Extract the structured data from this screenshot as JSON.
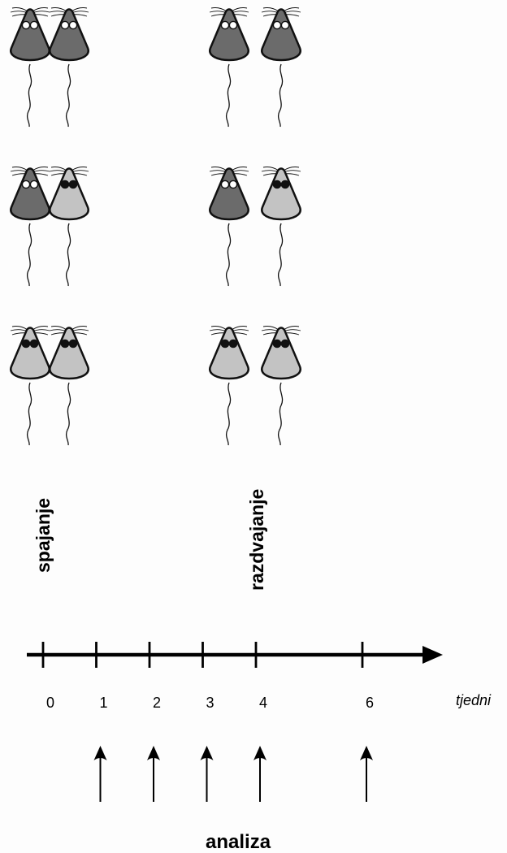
{
  "labels": {
    "merge": "spajanje",
    "separate": "razdvajanje",
    "unit": "tjedni",
    "analysis": "analiza"
  },
  "timeline": {
    "ticks": [
      "0",
      "1",
      "2",
      "3",
      "4",
      "6"
    ],
    "analysis_weeks": [
      "1",
      "2",
      "3",
      "4",
      "6"
    ]
  },
  "groups": [
    {
      "before": [
        "dark",
        "dark"
      ],
      "after": [
        "dark",
        "dark"
      ]
    },
    {
      "before": [
        "dark",
        "light"
      ],
      "after": [
        "dark",
        "light"
      ]
    },
    {
      "before": [
        "light",
        "light"
      ],
      "after": [
        "light",
        "light"
      ]
    }
  ],
  "colors": {
    "dark_mouse": "#6b6b6b",
    "light_mouse": "#c3c3c3",
    "dark_eye": "#ffffff",
    "light_eye": "#111111",
    "outline": "#111111"
  },
  "icon": "mouse-icon"
}
